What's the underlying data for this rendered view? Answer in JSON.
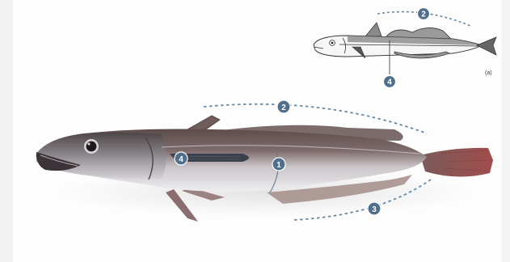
{
  "colors": {
    "marker_fill": "#4f6f8a",
    "dashed_line": "#6a8aa3",
    "fish_back": "#6c5a58",
    "fish_belly": "#e4e2e6",
    "fish_tail": "#9a5452"
  },
  "markers": {
    "photo_dorsal": "2",
    "photo_lateral_line": "1",
    "photo_anal": "3",
    "photo_pectoral": "4",
    "sketch_dorsal": "2",
    "sketch_pectoral": "4"
  },
  "sketch": {
    "caption": "(a)"
  }
}
